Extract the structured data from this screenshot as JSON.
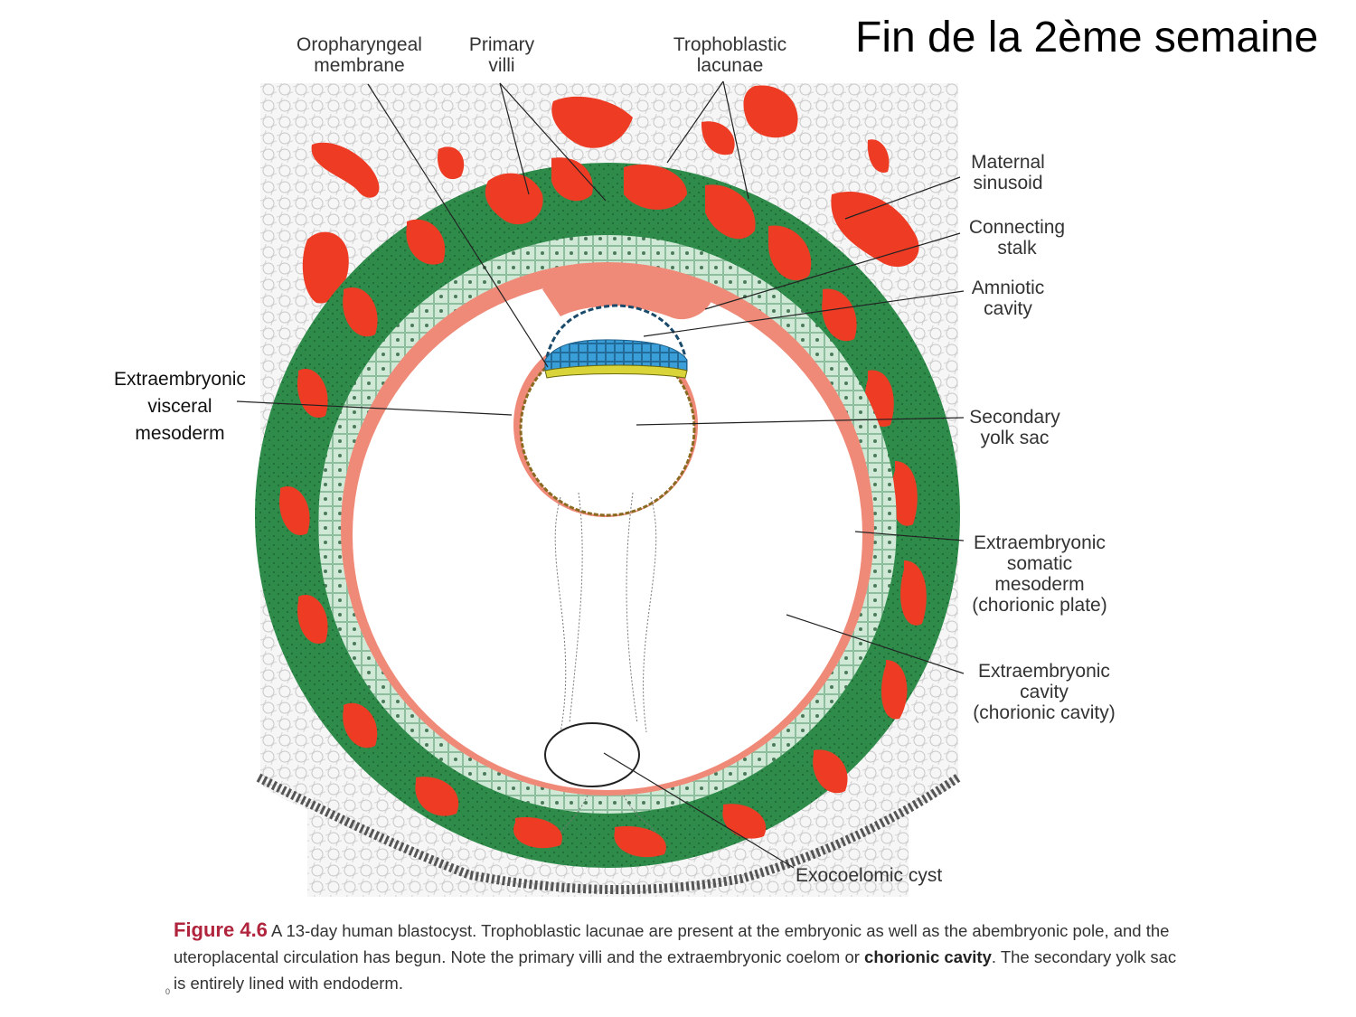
{
  "slide_title": "Fin de la 2ème semaine",
  "labels": {
    "oropharyngeal_membrane": [
      "Oropharyngeal",
      "membrane"
    ],
    "primary_villi": [
      "Primary",
      "villi"
    ],
    "trophoblastic_lacunae": [
      "Trophoblastic",
      "lacunae"
    ],
    "maternal_sinusoid": [
      "Maternal",
      "sinusoid"
    ],
    "connecting_stalk": [
      "Connecting",
      "stalk"
    ],
    "amniotic_cavity": [
      "Amniotic",
      "cavity"
    ],
    "secondary_yolk_sac": [
      "Secondary",
      "yolk sac"
    ],
    "extraembryonic_somatic_mesoderm": [
      "Extraembryonic",
      "somatic",
      "mesoderm",
      "(chorionic plate)"
    ],
    "extraembryonic_cavity": [
      "Extraembryonic",
      "cavity",
      "(chorionic cavity)"
    ],
    "exocoelomic_cyst": [
      "Exocoelomic cyst"
    ],
    "extraembryonic_visceral_mesoderm": [
      "Extraembryonic",
      "visceral",
      "mesoderm"
    ]
  },
  "caption": {
    "figure_number": "Figure 4.6",
    "part1": " A 13-day human blastocyst. Trophoblastic lacunae are present at the embryonic as well as the abembryonic pole, and the uteroplacental circulation has begun. Note the primary villi and the extraembryonic coelom or ",
    "bold1": "chorionic cavity",
    "part2": ". The secondary yolk sac is entirely lined with endoderm."
  },
  "corner_mark": "0",
  "colors": {
    "syncytiotrophoblast": "#2e8b4a",
    "lacunae_blood": "#ee3b24",
    "cytotrophoblast": "#cfe9d6",
    "extraembryonic_mesoderm": "#f08a78",
    "amnion_epiblast": "#3a9fd8",
    "hypoblast": "#d9d43a",
    "endometrium": "#f4f4f4"
  }
}
